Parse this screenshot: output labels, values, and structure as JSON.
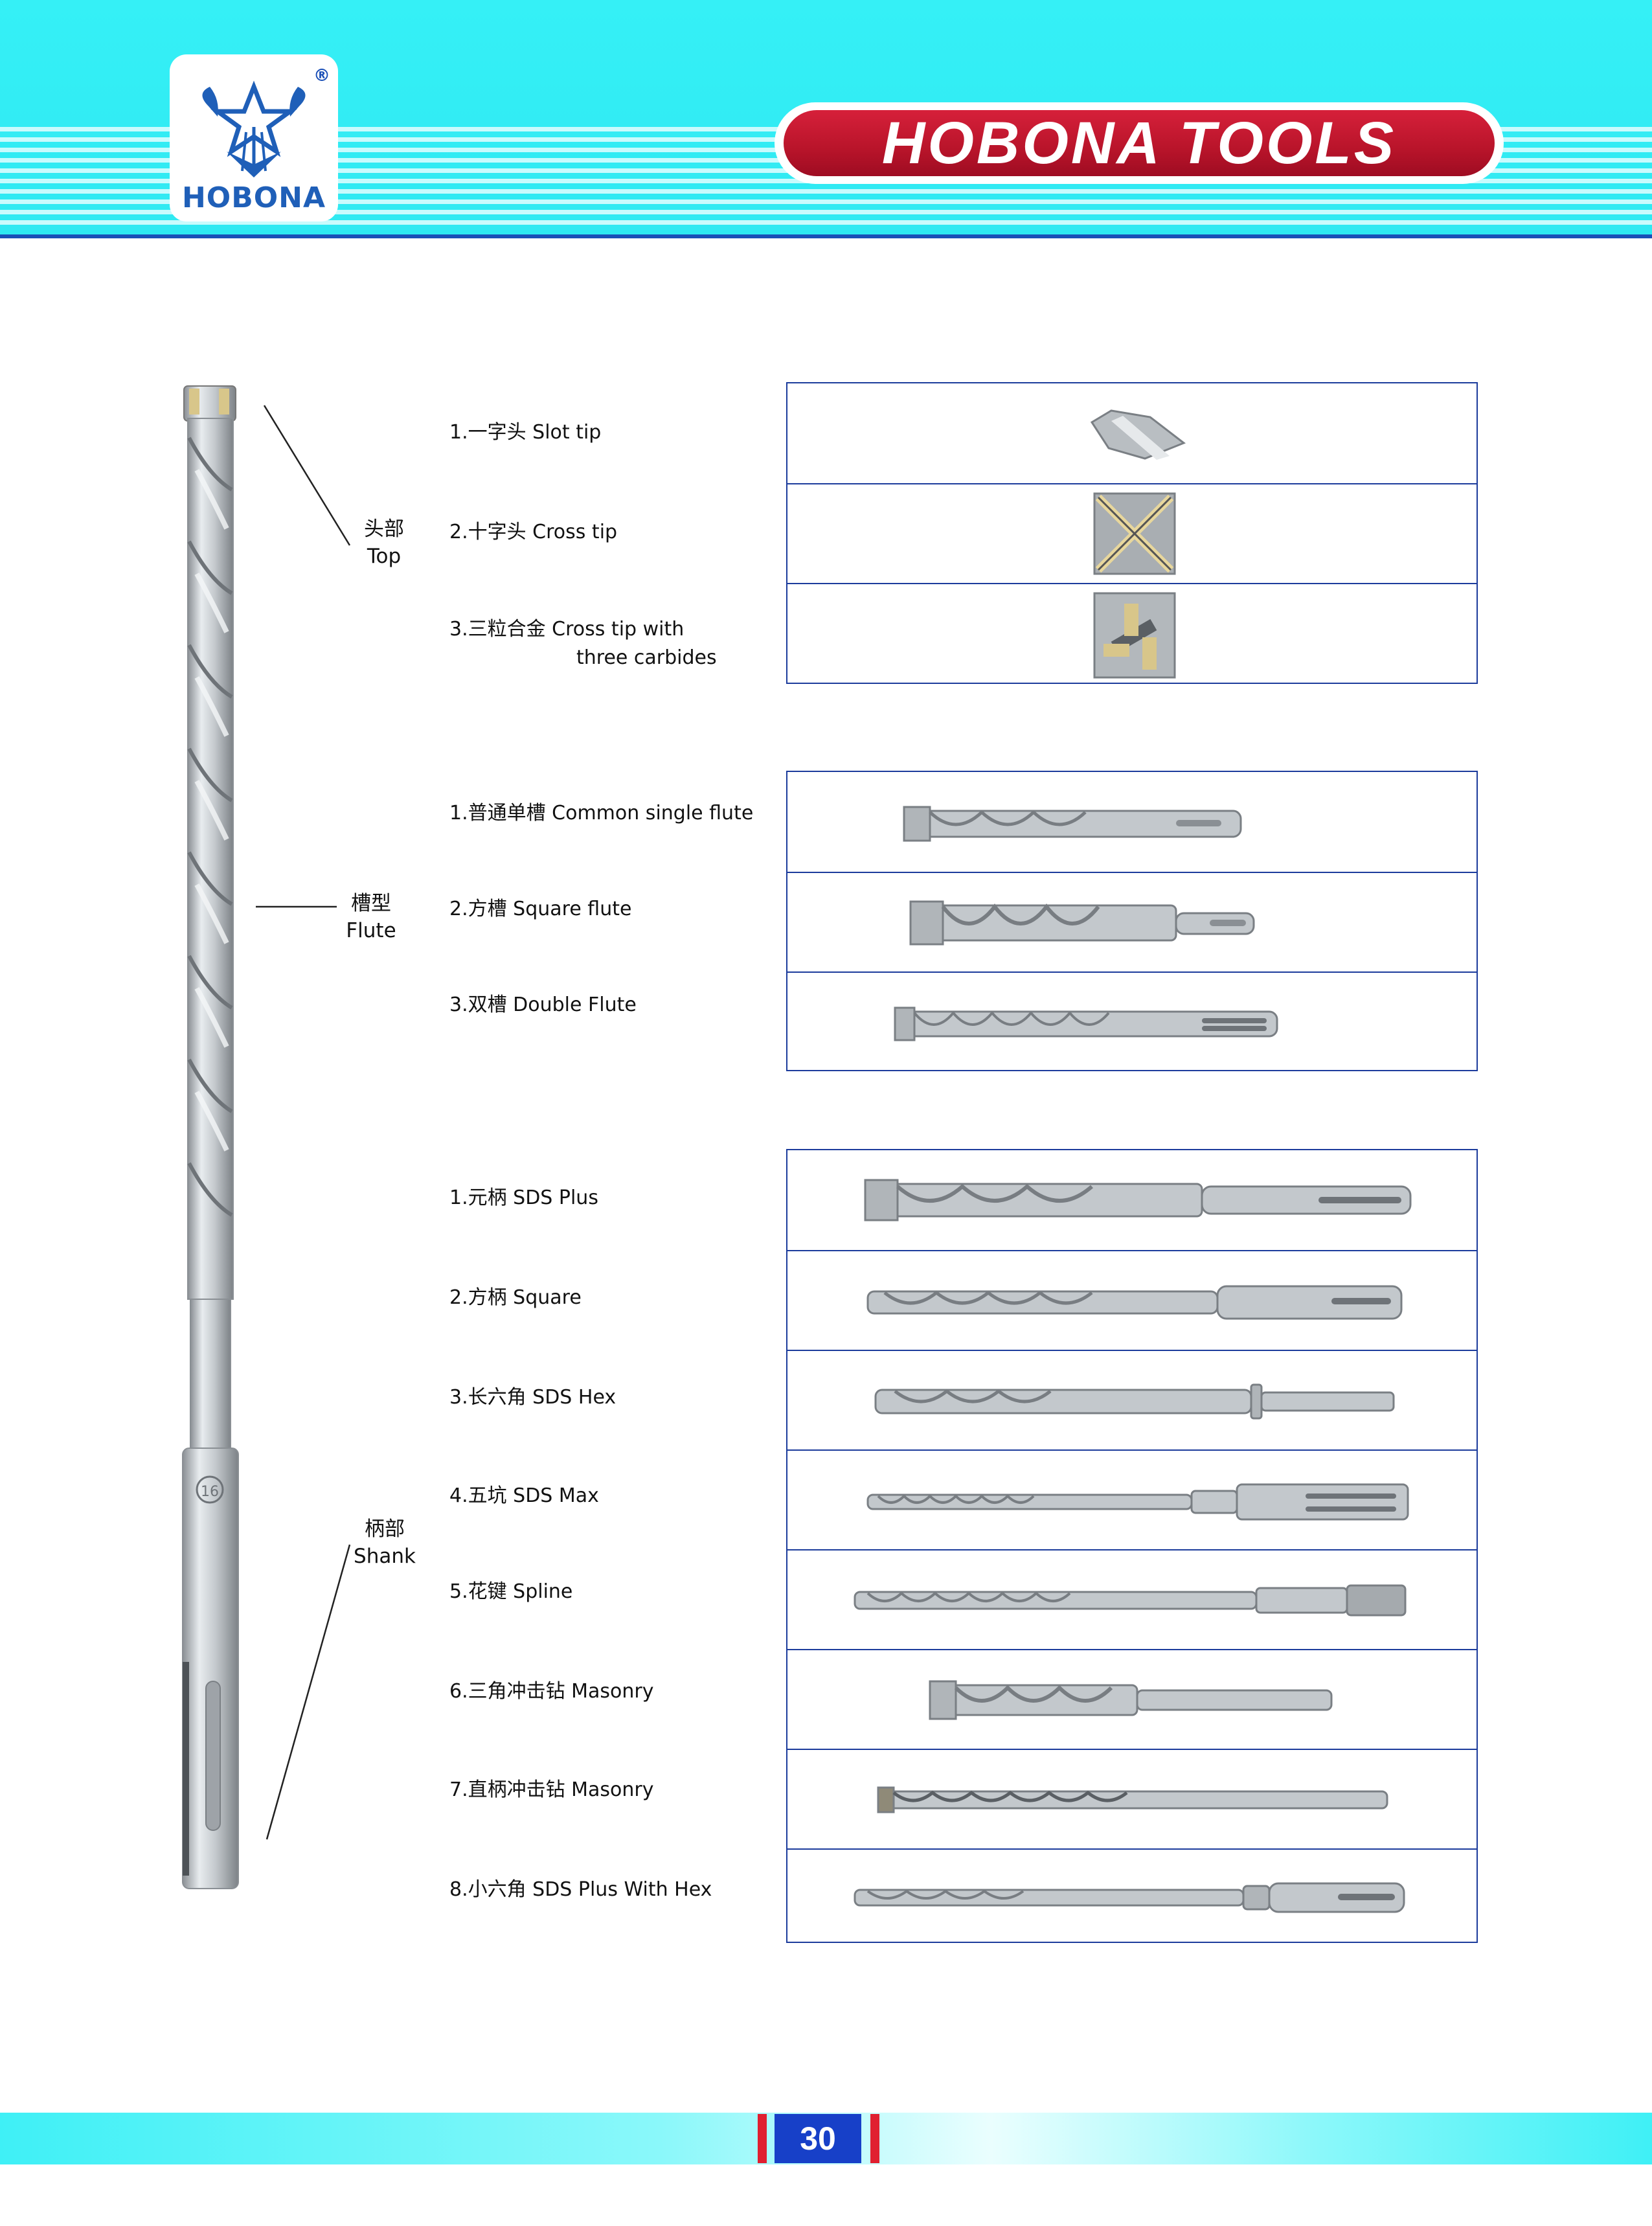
{
  "header": {
    "logo_registered": "®",
    "logo_text": "HOBONA",
    "title": "HOBONA TOOLS"
  },
  "diagram": {
    "top_label_cn": "头部",
    "top_label_en": "Top",
    "flute_label_cn": "槽型",
    "flute_label_en": "Flute",
    "shank_label_cn": "柄部",
    "shank_label_en": "Shank",
    "shank_marking": "16"
  },
  "sections": {
    "tips": [
      {
        "label": "1.一字头 Slot tip"
      },
      {
        "label": "2.十字头 Cross tip"
      },
      {
        "label": "3.三粒合金 Cross tip with",
        "label2": "three carbides"
      }
    ],
    "flutes": [
      {
        "label": "1.普通单槽 Common single flute"
      },
      {
        "label": "2.方槽 Square flute"
      },
      {
        "label": "3.双槽 Double Flute"
      }
    ],
    "shanks": [
      {
        "label": "1.元柄 SDS Plus"
      },
      {
        "label": "2.方柄 Square"
      },
      {
        "label": "3.长六角 SDS Hex"
      },
      {
        "label": "4.五坑 SDS Max"
      },
      {
        "label": "5.花键 Spline"
      },
      {
        "label": "6.三角冲击钻 Masonry"
      },
      {
        "label": "7.直柄冲击钻 Masonry"
      },
      {
        "label": "8.小六角 SDS Plus With Hex"
      }
    ]
  },
  "footer": {
    "page_number": "30"
  },
  "colors": {
    "header_cyan": "#35f0f6",
    "title_red": "#c41a30",
    "frame_blue": "#1c3c9c",
    "page_blue": "#1740c8"
  }
}
